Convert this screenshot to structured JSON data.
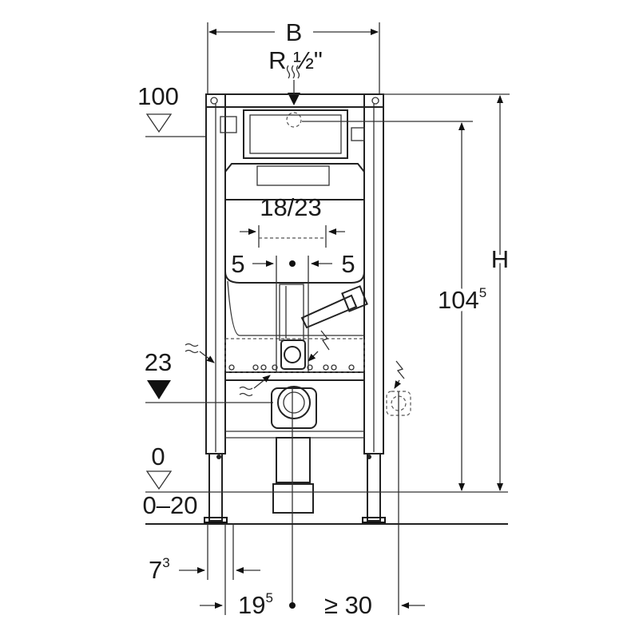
{
  "dimensions": {
    "width_label": "B",
    "connection_label": "R ½\"",
    "level_top": "100",
    "inner_width": "18/23",
    "offset_left": "5",
    "offset_right": "5",
    "level_drain": "23",
    "level_floor": "0",
    "floor_range": "0–20",
    "height_label": "H",
    "frame_height_main": "104",
    "frame_height_sup": "5",
    "foot_offset_main": "7",
    "foot_offset_sup": "3",
    "axis_offset_main": "19",
    "axis_offset_sup": "5",
    "min_clearance": "≥ 30"
  },
  "icons": [
    "water-supply-icon",
    "electrical-icon",
    "wastewater-icon"
  ]
}
